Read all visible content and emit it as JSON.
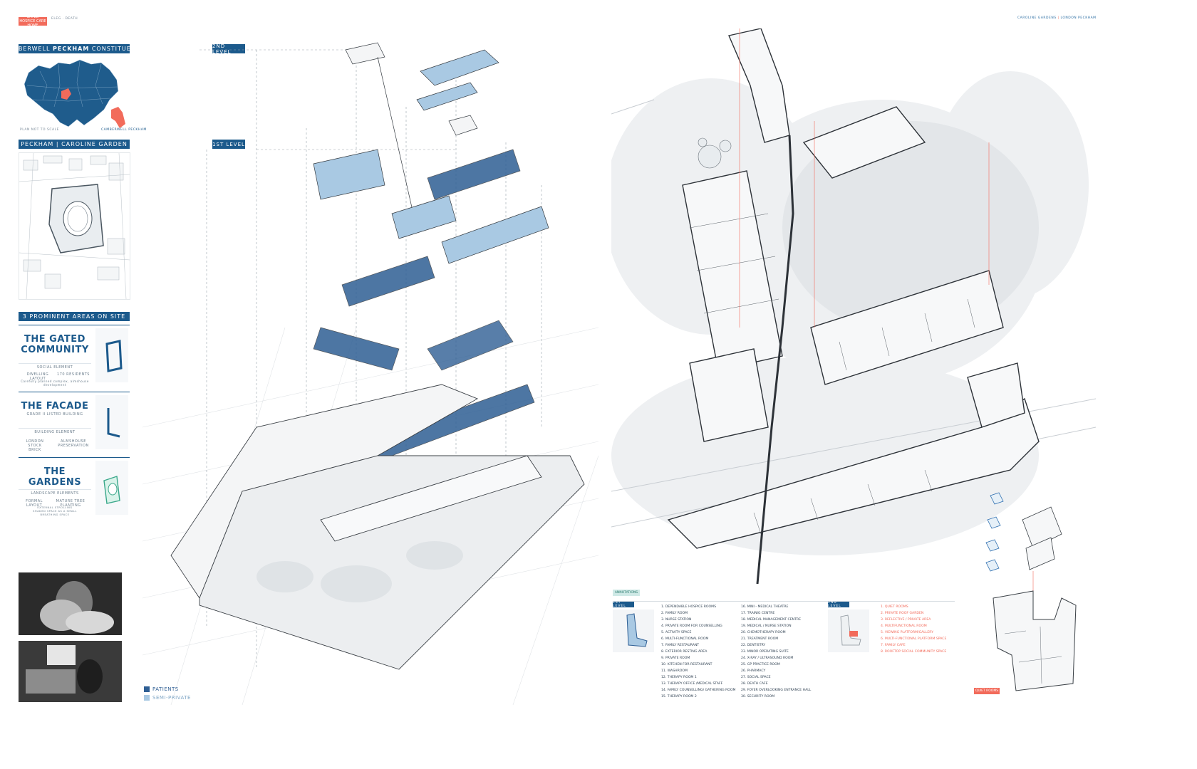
{
  "header": {
    "tag_label": "GATED HOSPICE CARE HOME",
    "subtitle": "ELEG · DEATH",
    "project_title": "CAROLINE GARDENS",
    "project_location": "LONDON PECKHAM"
  },
  "map_panel": {
    "title_pre": "CAMBERWELL",
    "title_bold": "PECKHAM",
    "title_post": "CONSTITUENCY",
    "scale_caption": "PLAN NOT TO SCALE",
    "inset_caption": "CAMBERWELL PECKHAM"
  },
  "site_panel": {
    "title": "PECKHAM | CAROLINE GARDEN"
  },
  "areas_panel": {
    "title": "3 PROMINENT AREAS ON SITE",
    "cards": [
      {
        "title_lines": [
          "THE GATED",
          "COMMUNITY"
        ],
        "subtitle": "",
        "element": "SOCIAL ELEMENT",
        "points": [
          "DWELLING LAYOUT",
          "170 RESIDENTS"
        ],
        "note": "Carefully planned complex, almshouse development",
        "accent": "#1c5a8c"
      },
      {
        "title_lines": [
          "THE FACADE"
        ],
        "subtitle": "GRADE II LISTED BUILDING",
        "element": "BUILDING ELEMENT",
        "points": [
          "LONDON STOCK BRICK",
          "ALMSHOUSE PRESERVATION"
        ],
        "note": "",
        "accent": "#1c5a8c"
      },
      {
        "title_lines": [
          "THE GARDENS"
        ],
        "subtitle": "",
        "element": "LANDSCAPE ELEMENTS",
        "points": [
          "FORMAL LAYOUT",
          "MATURE TREE PLANTING"
        ],
        "note": "EXTERNAL STROLLING SHADED SPACE AS A SMALL BREATHING SPACE",
        "accent": "#3aa88a"
      }
    ]
  },
  "axo": {
    "level2_label": "2ND LEVEL",
    "level1_label": "1ST LEVEL",
    "legend": [
      {
        "label": "PATIENTS",
        "color": "#2f5f94"
      },
      {
        "label": "SEMI-PRIVATE",
        "color": "#a9c9e3"
      }
    ]
  },
  "annotations": {
    "header_label": "ANNOTATIONS",
    "level1_label": "1ST LEVEL",
    "level2_label": "2ND LEVEL",
    "col1": [
      "1. DEPENDABLE HOSPICE ROOMS",
      "2. FAMILY ROOM",
      "3. NURSE STATION",
      "4. PRIVATE ROOM FOR COUNSELLING",
      "5. ACTIVITY SPACE",
      "6. MULTI-FUNCTIONAL ROOM",
      "7. FAMILY RESTAURANT",
      "8. EXTERIOR RESTING AREA",
      "9. PRIVATE ROOM",
      "10. KITCHEN FOR RESTAURANT",
      "11. WASHROOM",
      "12. THERAPY ROOM 1",
      "13. THERAPY OFFICE /MEDICAL STAFF",
      "14. FAMILY COUNSELLING/ GATHERING ROOM",
      "15. THERAPY ROOM 2"
    ],
    "col2": [
      "16. MINI - MEDICAL THEATRE",
      "17. TRAINIG CENTRE",
      "18. MEDICAL MANAGEMENT CENTRE",
      "19. MEDICAL / NURSE STATION",
      "20. CHEMOTHERAPY ROOM",
      "21. TREATMENT ROOM",
      "22. DENTISTRY",
      "23. MINOR OPERATING SUITE",
      "24. X-RAY / ULTRASOUND ROOM",
      "25. GP PRACTICE ROOM",
      "26. PHARMACY",
      "27. SOCIAL SPACE",
      "28. DEATH CAFE",
      "29. FOYER OVERLOOKING ENTRANCE HALL",
      "30. SECURITY ROOM"
    ],
    "col3": [
      "1. QUIET ROOMS",
      "2. PRIVATE ROOF GARDEN",
      "3. REFLECTIVE / PRIVATE AREA",
      "4. MULTIFUNCTIONAL ROOM",
      "5. VIEWING PLATFORM/GALLERY",
      "6. MULTI-FUNCTIONAL PLATFORM SPACE",
      "7. FAMILY CAFE",
      "8. ROOFTOP SOCIAL COMMUNITY SPACE"
    ]
  },
  "detail_tag": "QUIET ROOMS",
  "colors": {
    "navy": "#1c5a8c",
    "coral": "#f26b5b",
    "light_blue": "#a9c9e3",
    "mid_blue": "#2f5f94",
    "mint": "#7fd6bf"
  }
}
